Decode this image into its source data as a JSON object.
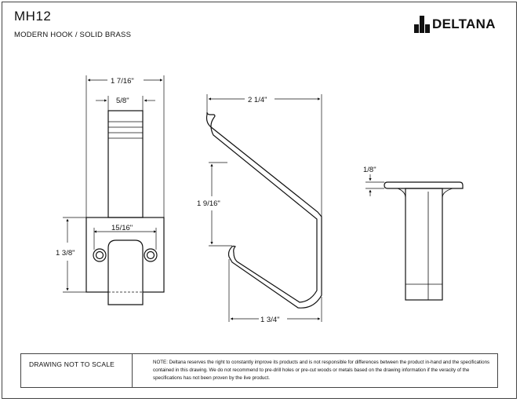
{
  "header": {
    "code": "MH12",
    "subtitle": "MODERN HOOK / SOLID BRASS",
    "brand": "DELTANA"
  },
  "dimensions": {
    "front_overall_width": "1  7/16\"",
    "front_stem_width": "5/8\"",
    "front_plate_width": "15/16\"",
    "front_plate_height": "1 3/8\"",
    "side_overall_width": "2 1/4\"",
    "side_gap_height": "1  9/16\"",
    "side_projection": "1 3/4\"",
    "top_flange_thickness": "1/8\""
  },
  "footer": {
    "scale_note": "DRAWING NOT TO SCALE",
    "legal_note": "NOTE: Deltana reserves the right to constantly improve its products and is not responsible for differences between the product in-hand and the specifications contained in this drawing.  We do not recommend to pre-drill holes or pre-cut woods or metals based on the drawing information if the veracity of the specifications has not been proven by the live product."
  },
  "colors": {
    "ink": "#111111",
    "hatch": "#111111"
  }
}
